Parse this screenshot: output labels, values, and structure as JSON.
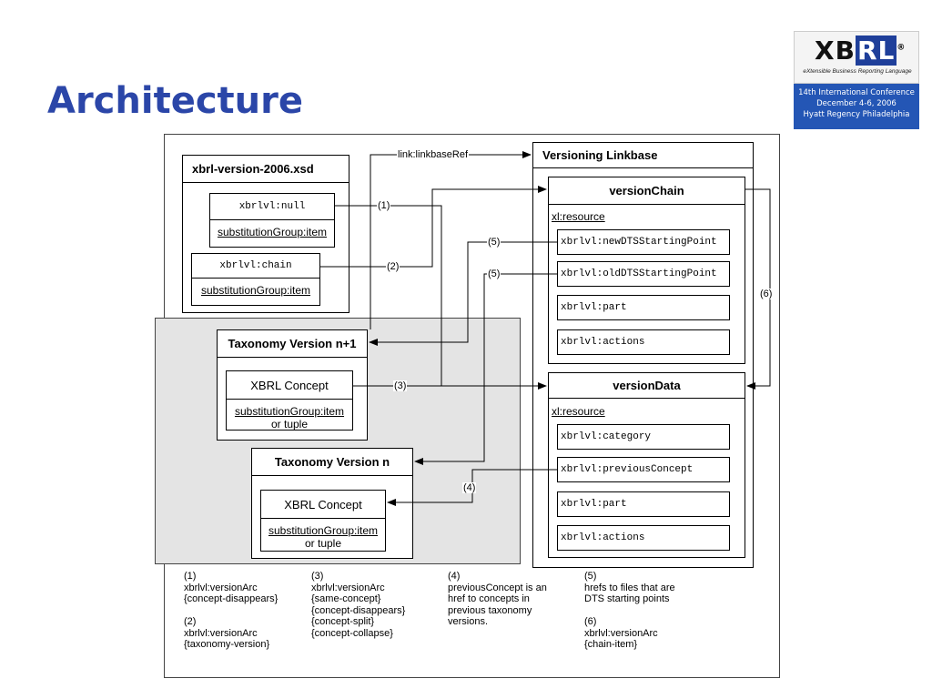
{
  "page": {
    "title": "Architecture"
  },
  "logo": {
    "mark_xb": "XB",
    "mark_rl": "RL",
    "mark_reg": "®",
    "tagline": "eXtensible Business Reporting Language",
    "conference_lines": [
      "14th International Conference",
      "December 4-6, 2006",
      "Hyatt Regency Philadelphia"
    ]
  },
  "diagram": {
    "xsd": {
      "title": "xbrl-version-2006.xsd",
      "null_name": "xbrlvl:null",
      "null_group": "substitutionGroup:item",
      "chain_name": "xbrlvl:chain",
      "chain_group": "substitutionGroup:item"
    },
    "tax_n1": {
      "title": "Taxonomy Version n+1",
      "concept_title": "XBRL Concept",
      "concept_group": "substitutionGroup:item",
      "concept_or": "or tuple"
    },
    "tax_n": {
      "title": "Taxonomy Version n",
      "concept_title": "XBRL Concept",
      "concept_group": "substitutionGroup:item",
      "concept_or": "or tuple"
    },
    "linkbase": {
      "title": "Versioning Linkbase"
    },
    "chain": {
      "title": "versionChain",
      "resource": "xl:resource",
      "items": [
        "xbrlvl:newDTSStartingPoint",
        "xbrlvl:oldDTSStartingPoint",
        "xbrlvl:part",
        "xbrlvl:actions"
      ]
    },
    "data": {
      "title": "versionData",
      "resource": "xl:resource",
      "items": [
        "xbrlvl:category",
        "xbrlvl:previousConcept",
        "xbrlvl:part",
        "xbrlvl:actions"
      ]
    },
    "labels": {
      "linkbaseref": "link:linkbaseRef",
      "l1": "(1)",
      "l2": "(2)",
      "l3": "(3)",
      "l4": "(4)",
      "l5a": "(5)",
      "l5b": "(5)",
      "l6": "(6)"
    }
  },
  "notes": {
    "col1": "(1)\nxbrlvl:versionArc\n{concept-disappears}\n\n(2)\nxbrlvl:versionArc\n{taxonomy-version}",
    "col2": "(3)\nxbrlvl:versionArc\n{same-concept}\n{concept-disappears}\n{concept-split}\n{concept-collapse}",
    "col3": "(4)\npreviousConcept is an\nhref to concepts in\nprevious taxonomy\nversions.",
    "col4": "(5)\nhrefs to files that are\nDTS starting points\n\n(6)\nxbrlvl:versionArc\n{chain-item}"
  }
}
